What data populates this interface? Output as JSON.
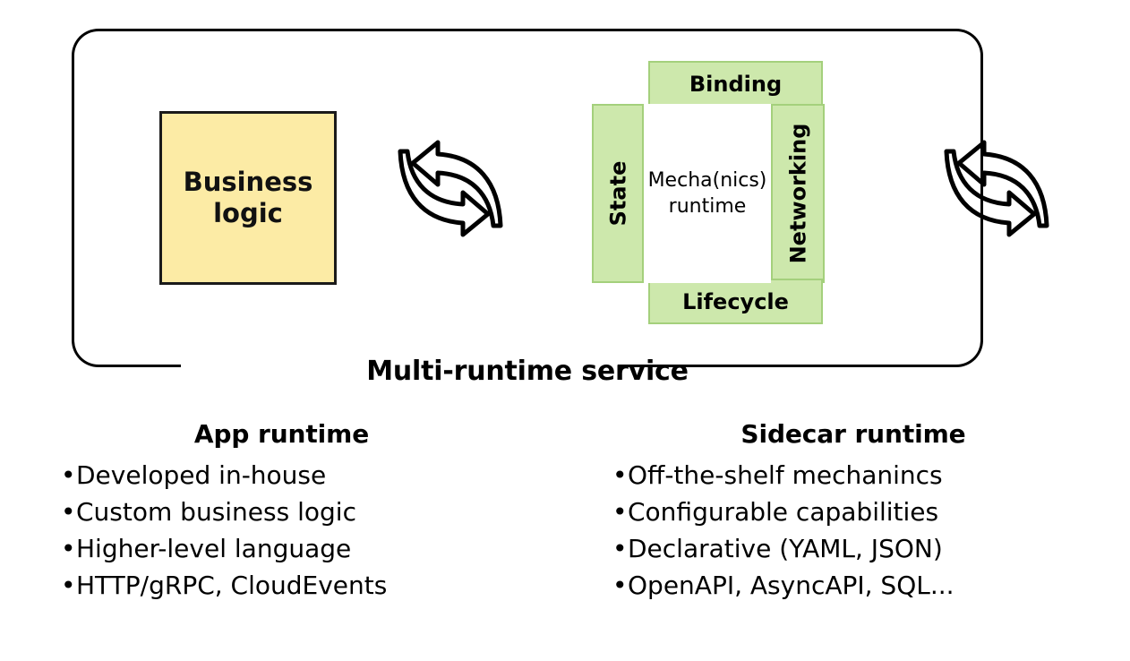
{
  "diagram": {
    "title": "Multi-runtime service",
    "frame": {
      "caption": "Multi-runtime service"
    },
    "app_box": {
      "label": "Business\nlogic",
      "label_line1": "Business",
      "label_line2": "logic",
      "fill_color": "#FCEBA5",
      "border_color": "#1A1A1A"
    },
    "sidecar_box": {
      "core_line1": "Mecha(nics)",
      "core_line2": "runtime",
      "fill_color": "#CDE8AC",
      "border_color": "#A4D07C",
      "capabilities": [
        {
          "id": "binding",
          "label": "Binding",
          "position": "top"
        },
        {
          "id": "state",
          "label": "State",
          "position": "left"
        },
        {
          "id": "networking",
          "label": "Networking",
          "position": "right"
        },
        {
          "id": "lifecycle",
          "label": "Lifecycle",
          "position": "bottom"
        }
      ]
    },
    "connectors": [
      {
        "id": "app-to-sidecar",
        "icon": "bidirectional-sync-arrows"
      },
      {
        "id": "sidecar-to-outside",
        "icon": "bidirectional-sync-arrows"
      }
    ]
  },
  "columns": [
    {
      "id": "app-runtime",
      "title": "App runtime",
      "bullet": "•",
      "items": [
        "Developed in-house",
        "Custom business logic",
        "Higher-level language",
        "HTTP/gRPC, CloudEvents"
      ]
    },
    {
      "id": "sidecar-runtime",
      "title": "Sidecar runtime",
      "bullet": "•",
      "items": [
        "Off-the-shelf mechanincs",
        "Configurable capabilities",
        "Declarative (YAML, JSON)",
        "OpenAPI, AsyncAPI, SQL..."
      ]
    }
  ]
}
